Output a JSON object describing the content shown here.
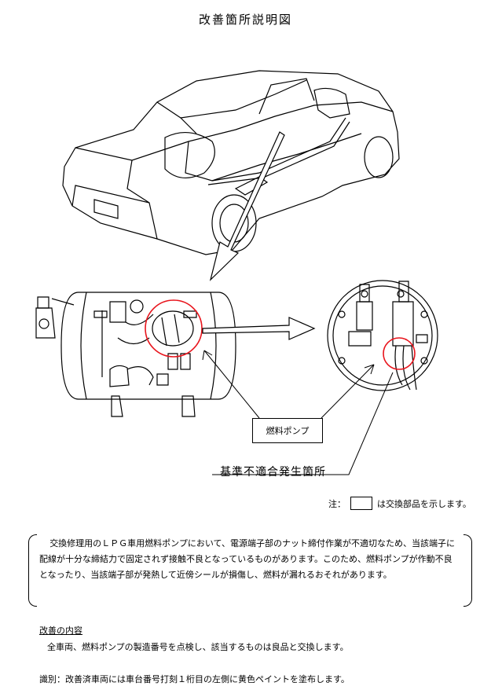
{
  "title": "改善箇所説明図",
  "callout_label": "燃料ポンプ",
  "defect_label": "基準不適合発生箇所",
  "note": {
    "prefix": "注：",
    "suffix": "は交換部品を示します。"
  },
  "description": "交換修理用のＬＰＧ車用燃料ポンプにおいて、電源端子部のナット締付作業が不適切なため、当該端子に配線が十分な締結力で固定されず接触不良となっているものがあります。このため、燃料ポンプが作動不良となったり、当該端子部が発熱して近傍シールが損傷し、燃料が漏れるおそれがあります。",
  "improvement": {
    "heading": "改善の内容",
    "text": "全車両、燃料ポンプの製造番号を点検し、該当するものは良品と交換します。"
  },
  "identification": "識別：改善済車両には車台番号打刻１桁目の左側に黄色ペイントを塗布します。",
  "colors": {
    "highlight": "#e8141c",
    "line": "#000000"
  }
}
